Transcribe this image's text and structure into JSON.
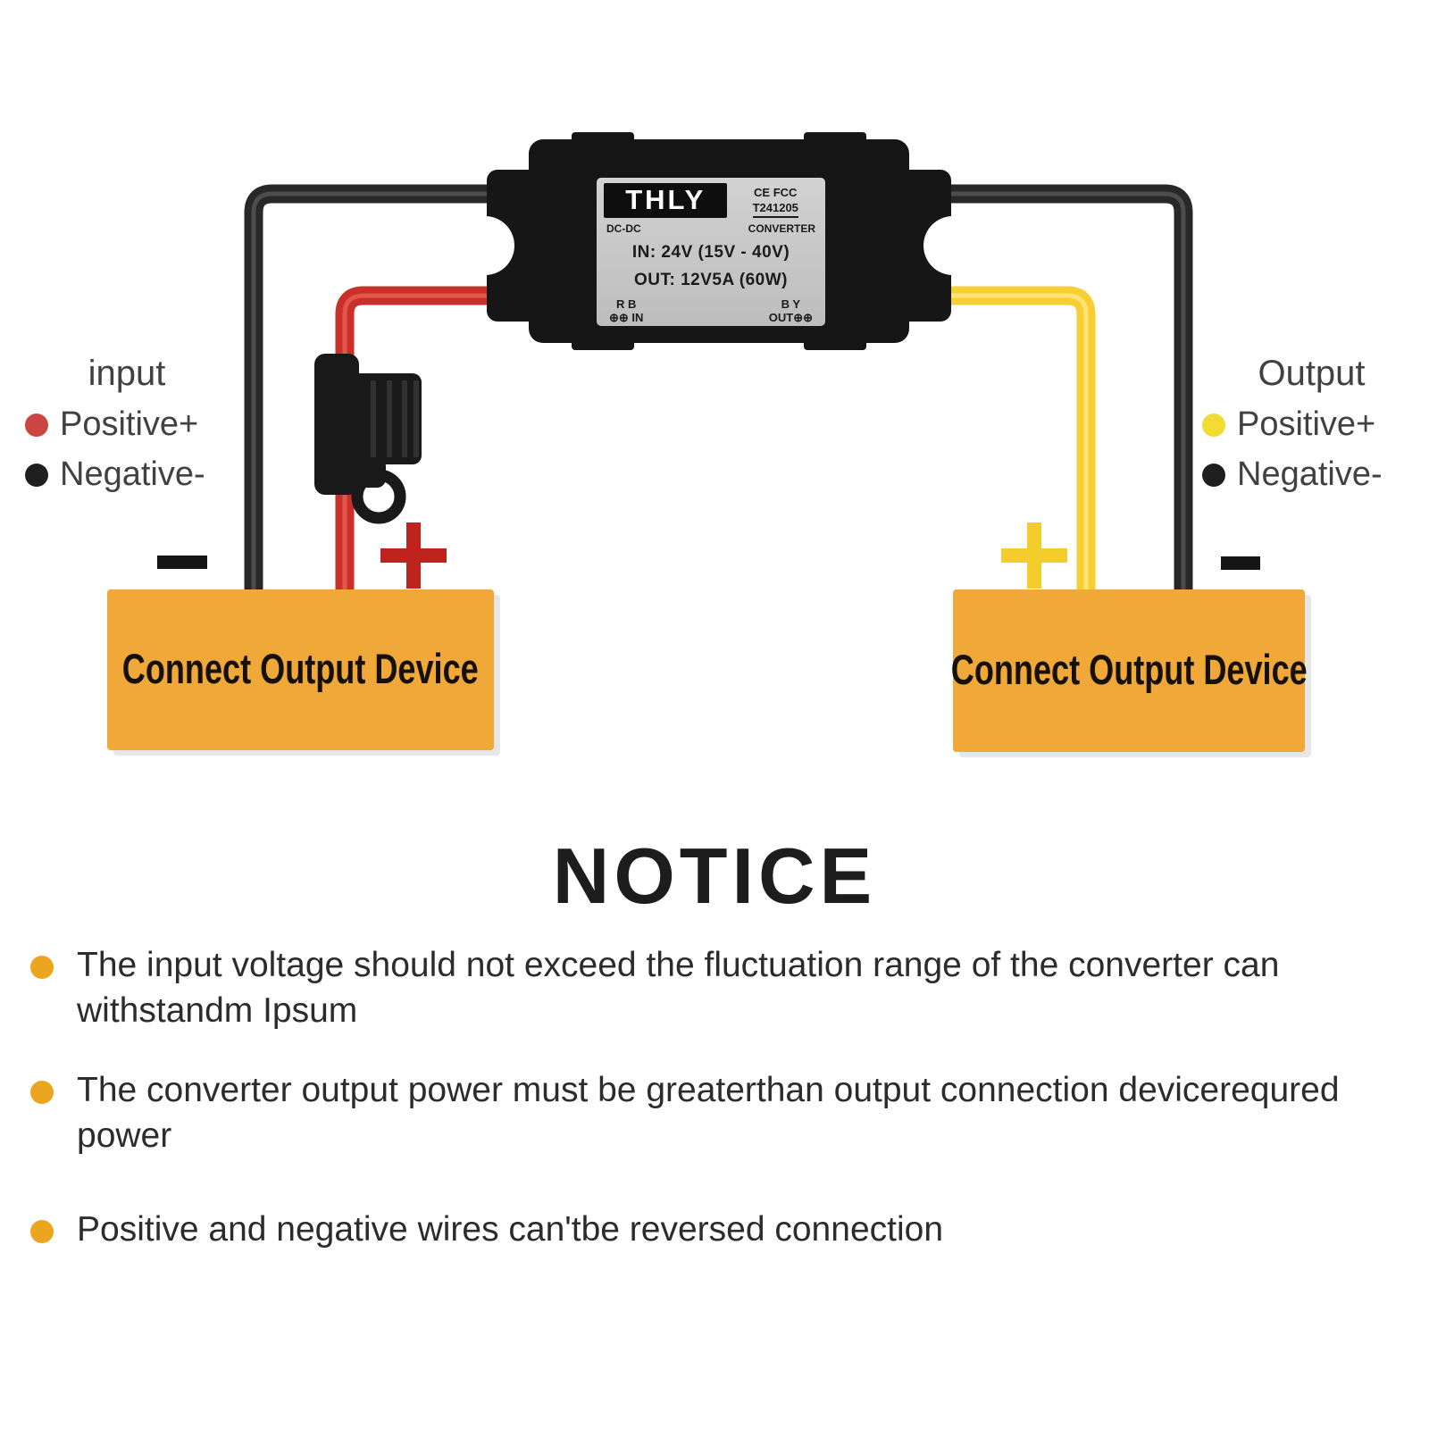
{
  "legend_input": {
    "title": "input",
    "positive": "Positive+",
    "negative": "Negative-"
  },
  "legend_output": {
    "title": "Output",
    "positive": "Positive+",
    "negative": "Negative-"
  },
  "converter_label": {
    "brand": "THLY",
    "certification": "CE FCC",
    "model": "T241205",
    "type_left": "DC-DC",
    "type_right": "CONVERTER",
    "input_spec": "IN: 24V  (15V - 40V)",
    "output_spec": "OUT: 12V5A (60W)",
    "in_wire_letters": "R B",
    "in_terminals": "⊕⊕ IN",
    "out_wire_letters": "B Y",
    "out_terminals": "OUT⊕⊕"
  },
  "device_boxes": {
    "left": "Connect Output Device",
    "right": "Connect Output Device"
  },
  "notice": {
    "title": "NOTICE",
    "items": [
      "The input voltage should not exceed the fluctuation range of the converter can withstandm Ipsum",
      "The converter output power must be greaterthan output connection devicerequred power",
      "Positive and negative wires can'tbe reversed connection"
    ]
  },
  "colors": {
    "device_box": "#F0A838",
    "input_positive_dot": "#CD4543",
    "output_positive_dot": "#F2DC34",
    "negative_dot": "#1F1F1F",
    "red_wire": "#C9302A",
    "yellow_wire": "#F7CF35",
    "black_wire": "#282828",
    "bullet_dot": "#EBA51F",
    "plus_red": "#BE231E",
    "plus_yellow": "#F2CD2B"
  }
}
